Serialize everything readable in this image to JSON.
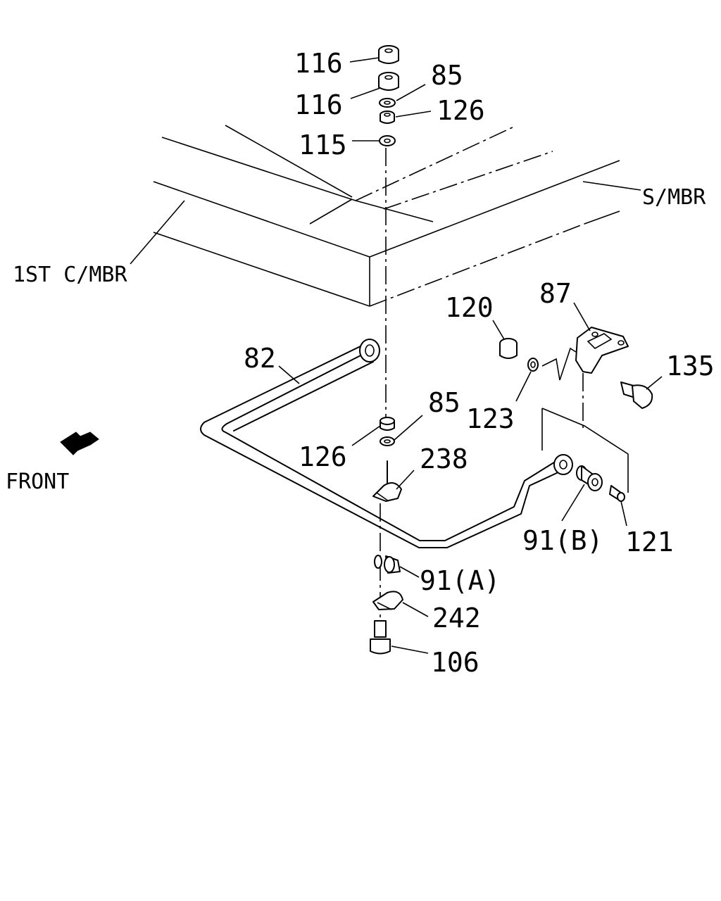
{
  "labels": {
    "p116_top": "116",
    "p116": "116",
    "p85_top": "85",
    "p126_top": "126",
    "p115": "115",
    "smbr": "S/MBR",
    "first_cmbr": "1ST C/MBR",
    "p87": "87",
    "p120": "120",
    "p135": "135",
    "p82": "82",
    "p123": "123",
    "p85_low": "85",
    "p126_low": "126",
    "p238": "238",
    "front": "FRONT",
    "p91b": "91(B)",
    "p121": "121",
    "p91a": "91(A)",
    "p242": "242",
    "p106": "106"
  },
  "icons": {
    "front_arrow": "front-arrow-icon"
  }
}
